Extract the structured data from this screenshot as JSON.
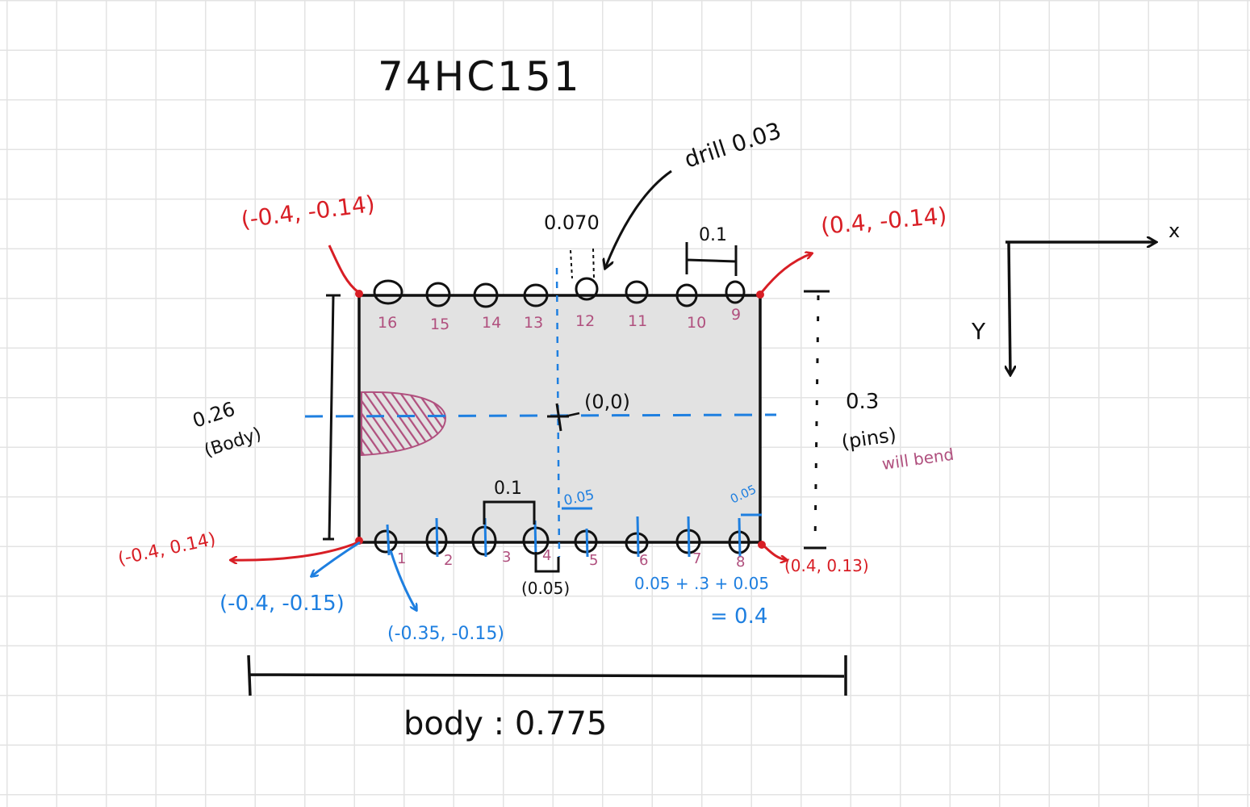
{
  "title": "74HC151",
  "drill_label": "drill 0.03",
  "pitch_label_top": "0.070",
  "spacing_label_top": "0.1",
  "spacing_label_bottom": "0.1",
  "offset_label_bottom": "(0.05)",
  "origin_label": "(0,0)",
  "body_height_value": "0.26",
  "body_height_unit": "(Body)",
  "pins_span_value": "0.3",
  "pins_span_unit": "(pins)",
  "will_bend_note": "will bend",
  "body_width_label": "body : 0.775",
  "axis_x_label": "x",
  "axis_y_label": "Y",
  "corners": {
    "top_left": "(-0.4, -0.14)",
    "top_right": "(0.4, -0.14)",
    "bottom_left": "(-0.4, 0.14)",
    "bottom_right": "(0.4, 0.13)"
  },
  "blue_labels": {
    "pin_origin_a": "(-0.4, -0.15)",
    "pin_origin_b": "(-0.35, -0.15)",
    "offset_center": "0.05",
    "offset_right": "0.05",
    "sum_formula": "0.05 + .3 + 0.05",
    "sum_result": "= 0.4"
  },
  "top_pin_numbers": [
    "16",
    "15",
    "14",
    "13",
    "12",
    "11",
    "10",
    "9"
  ],
  "bottom_pin_numbers": [
    "1",
    "2",
    "3",
    "4",
    "5",
    "6",
    "7",
    "8"
  ],
  "colors": {
    "ink": "#111111",
    "red": "#d81e25",
    "blue": "#1e7fe0",
    "purple": "#b0507e",
    "body_fill": "#e2e2e2"
  }
}
